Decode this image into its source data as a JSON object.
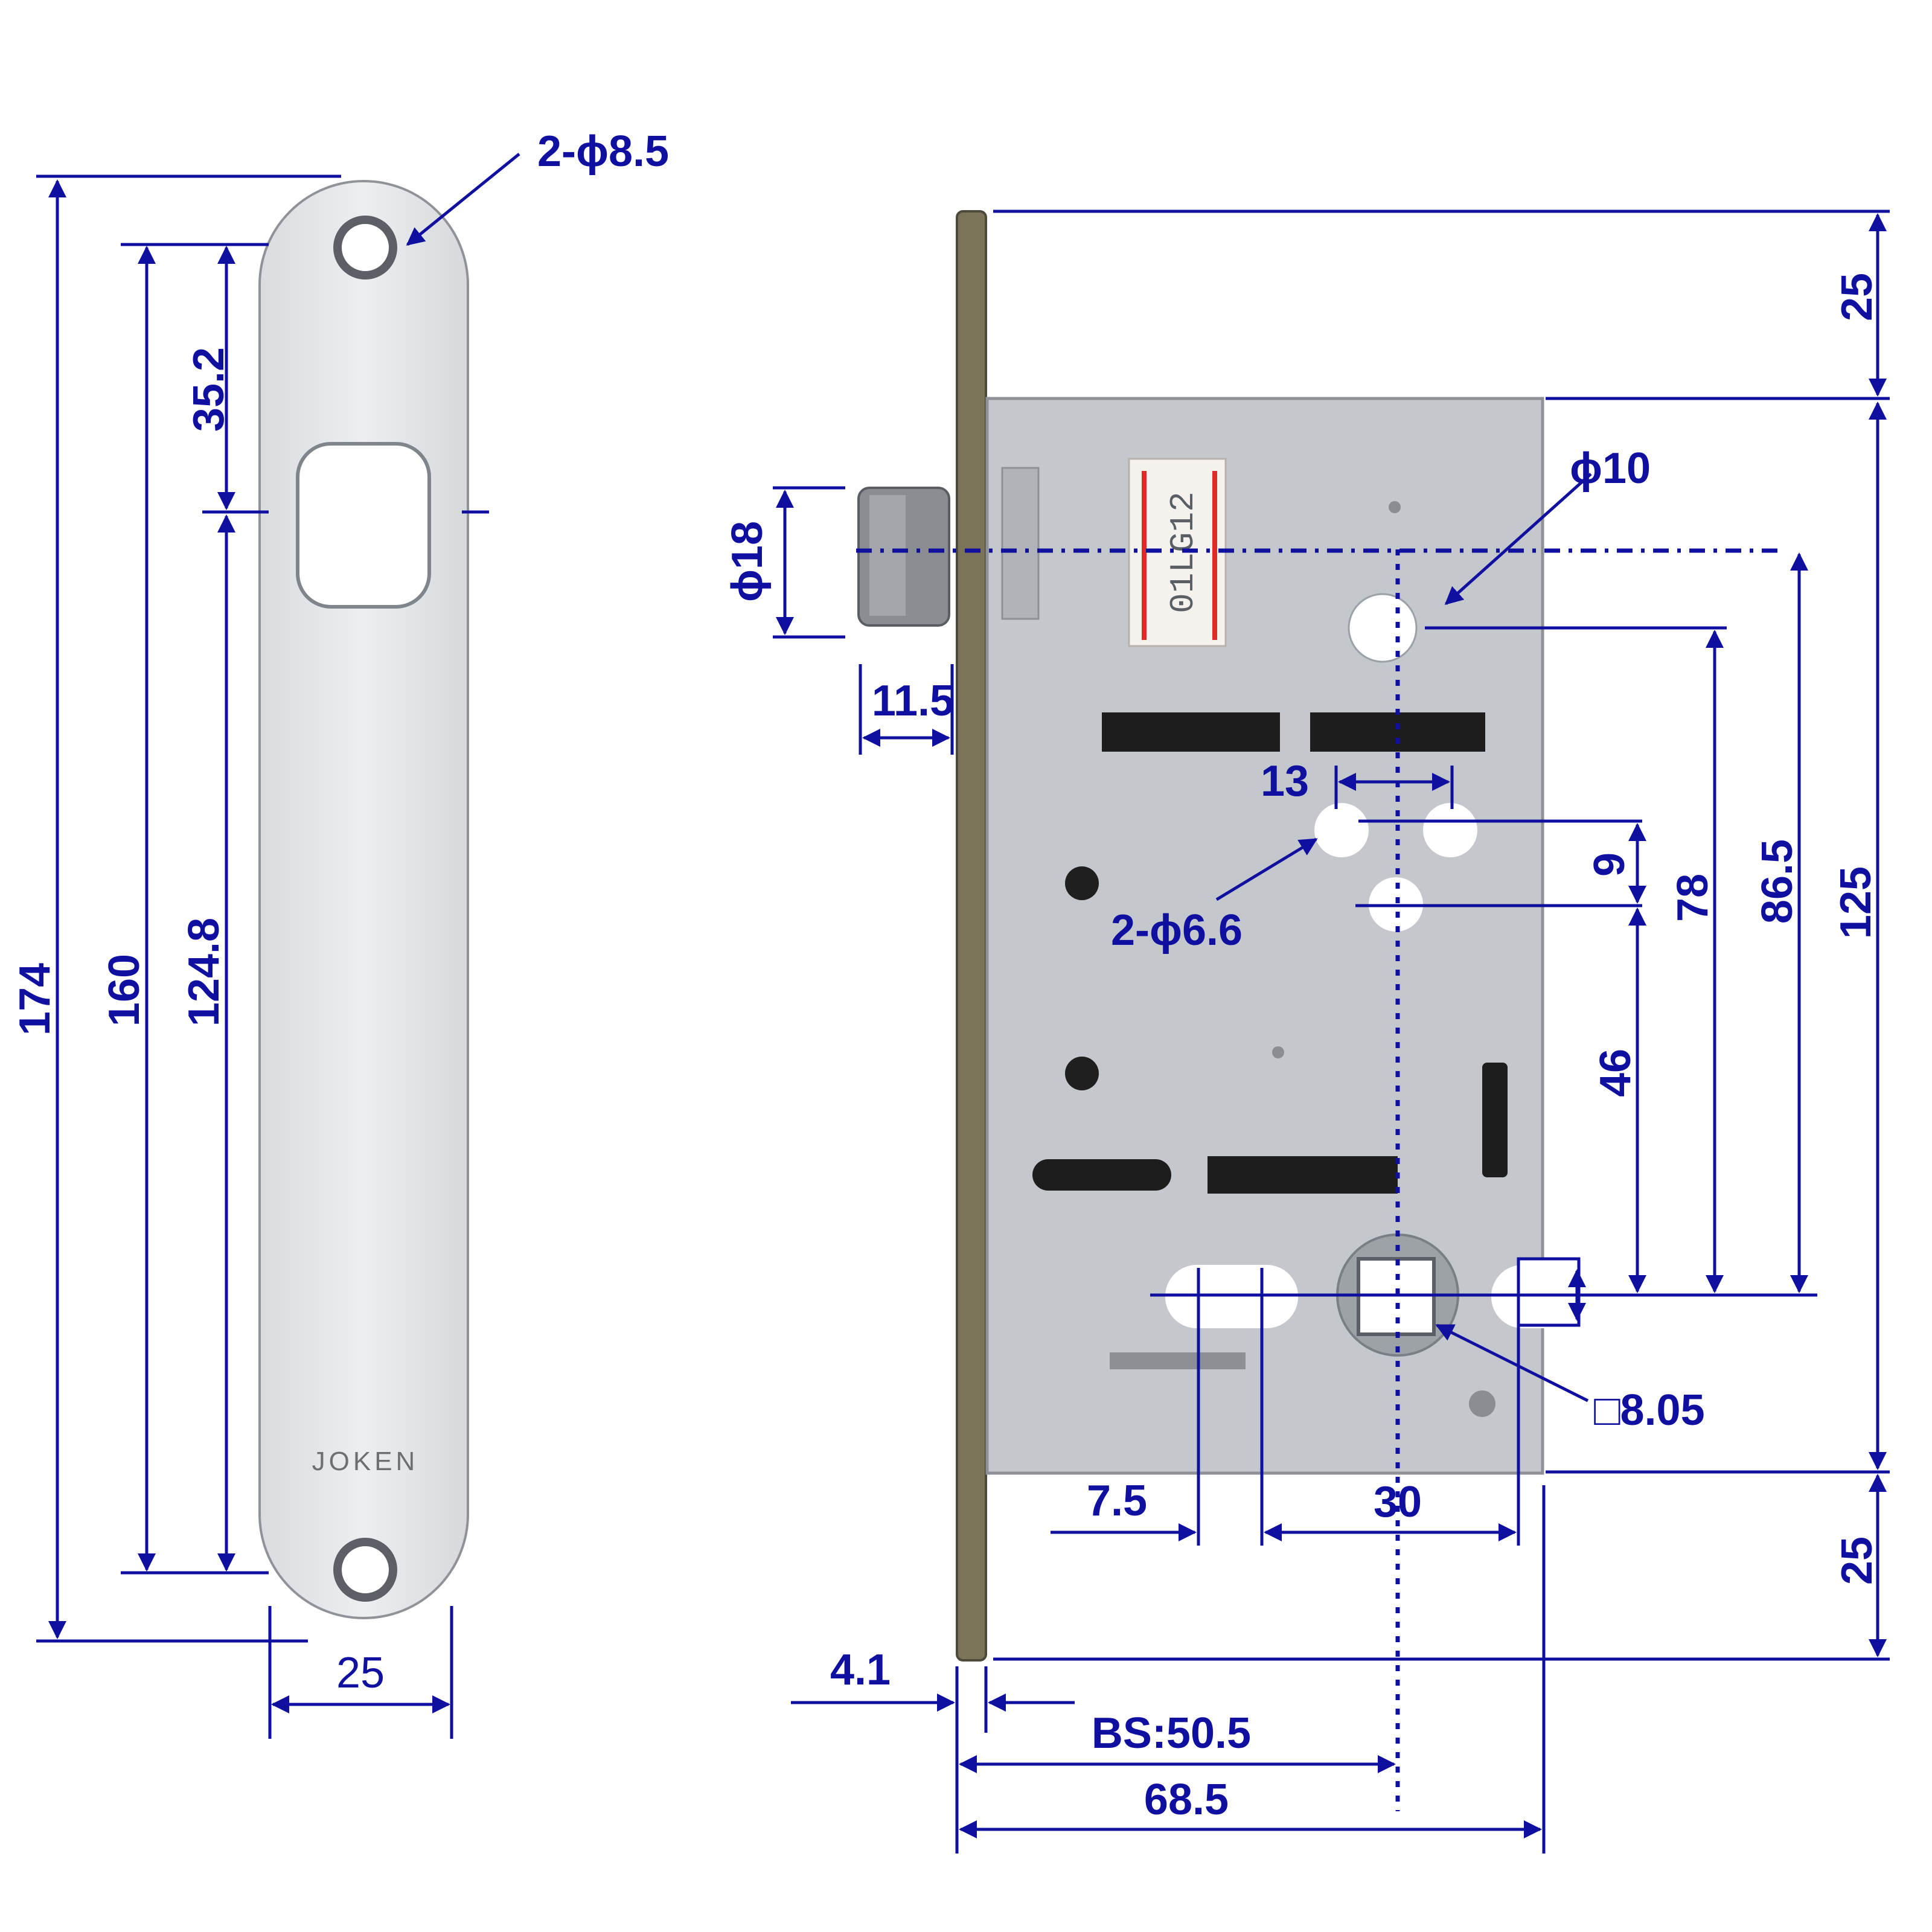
{
  "strike_plate": {
    "brand": "JOKEN",
    "hole_callout": "2-ϕ8.5",
    "dims": {
      "total_height": "174",
      "hole_pitch": "160",
      "to_opening": "35.2",
      "lower": "124.8",
      "width": "25"
    }
  },
  "lock_body": {
    "label_text": "01LG12",
    "callouts": {
      "cylinder_hole": "ϕ10",
      "screw_holes": "2-ϕ6.6",
      "square_spindle": "□8.05",
      "bolt_dia": "ϕ18"
    },
    "dims": {
      "top_margin": "25",
      "bottom_margin": "25",
      "case_height": "125",
      "cyl_to_spindle": "86.5",
      "hole_to_spindle": "78",
      "gap_9": "9",
      "gap_46": "46",
      "hole_pitch_13": "13",
      "bolt_projection": "11.5",
      "screw_offset": "7.5",
      "screw_span": "30",
      "faceplate_thickness": "4.1",
      "backset": "BS:50.5",
      "case_depth": "68.5"
    }
  },
  "colors": {
    "dimension": "#1010a0",
    "plate": "#e4e6e8",
    "case": "#c4c7cb"
  }
}
